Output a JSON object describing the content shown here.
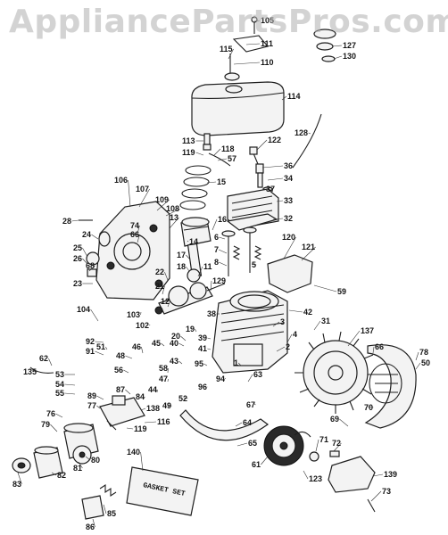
{
  "watermark": {
    "text": "AppliancePartsPros.com"
  },
  "gasket_bag": {
    "label": "GASKET SET"
  },
  "callouts": [
    {
      "id": "105",
      "text": "105"
    },
    {
      "id": "111",
      "text": "111"
    },
    {
      "id": "115",
      "text": "115"
    },
    {
      "id": "110",
      "text": "110"
    },
    {
      "id": "127",
      "text": "127"
    },
    {
      "id": "130",
      "text": "130"
    },
    {
      "id": "114",
      "text": "114"
    },
    {
      "id": "128",
      "text": "128"
    },
    {
      "id": "113",
      "text": "113"
    },
    {
      "id": "118",
      "text": "118"
    },
    {
      "id": "122",
      "text": "122"
    },
    {
      "id": "119",
      "text": "119"
    },
    {
      "id": "57",
      "text": "57"
    },
    {
      "id": "36",
      "text": "36"
    },
    {
      "id": "34",
      "text": "34"
    },
    {
      "id": "15",
      "text": "15"
    },
    {
      "id": "37",
      "text": "37"
    },
    {
      "id": "33",
      "text": "33"
    },
    {
      "id": "32",
      "text": "32"
    },
    {
      "id": "106",
      "text": "106"
    },
    {
      "id": "107",
      "text": "107"
    },
    {
      "id": "109",
      "text": "109"
    },
    {
      "id": "108",
      "text": "108"
    },
    {
      "id": "13",
      "text": "13"
    },
    {
      "id": "28",
      "text": "28"
    },
    {
      "id": "74",
      "text": "74"
    },
    {
      "id": "66",
      "text": "66"
    },
    {
      "id": "16",
      "text": "16"
    },
    {
      "id": "24",
      "text": "24"
    },
    {
      "id": "14",
      "text": "14"
    },
    {
      "id": "6",
      "text": "6"
    },
    {
      "id": "120",
      "text": "120"
    },
    {
      "id": "25",
      "text": "25"
    },
    {
      "id": "26",
      "text": "26"
    },
    {
      "id": "7",
      "text": "7"
    },
    {
      "id": "121",
      "text": "121"
    },
    {
      "id": "68",
      "text": "68"
    },
    {
      "id": "17",
      "text": "17"
    },
    {
      "id": "8",
      "text": "8"
    },
    {
      "id": "18",
      "text": "18"
    },
    {
      "id": "5",
      "text": "5"
    },
    {
      "id": "22",
      "text": "22"
    },
    {
      "id": "11",
      "text": "11"
    },
    {
      "id": "23",
      "text": "23"
    },
    {
      "id": "21",
      "text": "21"
    },
    {
      "id": "59",
      "text": "59"
    },
    {
      "id": "129",
      "text": "129"
    },
    {
      "id": "12",
      "text": "12"
    },
    {
      "id": "104",
      "text": "104"
    },
    {
      "id": "38",
      "text": "38"
    },
    {
      "id": "42",
      "text": "42"
    },
    {
      "id": "103",
      "text": "103"
    },
    {
      "id": "31",
      "text": "31"
    },
    {
      "id": "102",
      "text": "102"
    },
    {
      "id": "19",
      "text": "19"
    },
    {
      "id": "3",
      "text": "3"
    },
    {
      "id": "137",
      "text": "137"
    },
    {
      "id": "20",
      "text": "20"
    },
    {
      "id": "39",
      "text": "39"
    },
    {
      "id": "4",
      "text": "4"
    },
    {
      "id": "92",
      "text": "92"
    },
    {
      "id": "51",
      "text": "51"
    },
    {
      "id": "40",
      "text": "40"
    },
    {
      "id": "41",
      "text": "41"
    },
    {
      "id": "2",
      "text": "2"
    },
    {
      "id": "66b",
      "text": "66"
    },
    {
      "id": "78",
      "text": "78"
    },
    {
      "id": "91",
      "text": "91"
    },
    {
      "id": "45",
      "text": "45"
    },
    {
      "id": "62",
      "text": "62"
    },
    {
      "id": "48",
      "text": "48"
    },
    {
      "id": "46",
      "text": "46"
    },
    {
      "id": "95",
      "text": "95"
    },
    {
      "id": "43",
      "text": "43"
    },
    {
      "id": "1",
      "text": "1"
    },
    {
      "id": "50",
      "text": "50"
    },
    {
      "id": "53",
      "text": "53"
    },
    {
      "id": "54",
      "text": "54"
    },
    {
      "id": "56",
      "text": "56"
    },
    {
      "id": "58",
      "text": "58"
    },
    {
      "id": "55",
      "text": "55"
    },
    {
      "id": "135",
      "text": "135"
    },
    {
      "id": "47",
      "text": "47"
    },
    {
      "id": "94",
      "text": "94"
    },
    {
      "id": "63",
      "text": "63"
    },
    {
      "id": "89",
      "text": "89"
    },
    {
      "id": "87",
      "text": "87"
    },
    {
      "id": "44",
      "text": "44"
    },
    {
      "id": "96",
      "text": "96"
    },
    {
      "id": "77",
      "text": "77"
    },
    {
      "id": "84",
      "text": "84"
    },
    {
      "id": "52",
      "text": "52"
    },
    {
      "id": "67",
      "text": "67"
    },
    {
      "id": "70",
      "text": "70"
    },
    {
      "id": "138",
      "text": "138"
    },
    {
      "id": "49",
      "text": "49"
    },
    {
      "id": "69",
      "text": "69"
    },
    {
      "id": "76",
      "text": "76"
    },
    {
      "id": "79",
      "text": "79"
    },
    {
      "id": "116",
      "text": "116"
    },
    {
      "id": "119b",
      "text": "119"
    },
    {
      "id": "64",
      "text": "64"
    },
    {
      "id": "65",
      "text": "65"
    },
    {
      "id": "71",
      "text": "71"
    },
    {
      "id": "72",
      "text": "72"
    },
    {
      "id": "80",
      "text": "80"
    },
    {
      "id": "81",
      "text": "81"
    },
    {
      "id": "140",
      "text": "140"
    },
    {
      "id": "61",
      "text": "61"
    },
    {
      "id": "123",
      "text": "123"
    },
    {
      "id": "139",
      "text": "139"
    },
    {
      "id": "83",
      "text": "83"
    },
    {
      "id": "82",
      "text": "82"
    },
    {
      "id": "73",
      "text": "73"
    },
    {
      "id": "85",
      "text": "85"
    },
    {
      "id": "86",
      "text": "86"
    }
  ]
}
